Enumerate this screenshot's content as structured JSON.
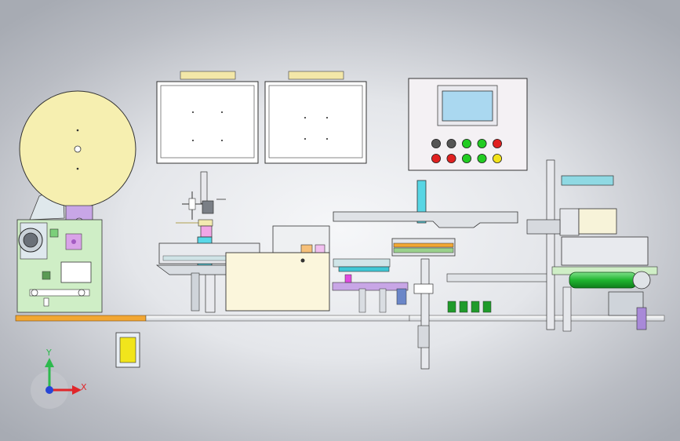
{
  "colors": {
    "reel": "#f6efb0",
    "monitor_screen": "#ffffff",
    "hmi_panel": "#f4f1f4",
    "hmi_screen": "#aad8f0",
    "machine_green": "#cfeec6",
    "base_orange": "#f2a733",
    "roller_green": "#22bb33",
    "cyan_part": "#57d6e4",
    "button_red": "#e02020",
    "button_green": "#22cc22",
    "button_yellow": "#f2e21a",
    "button_gray": "#555555",
    "axis_y": "#2db94d",
    "axis_x": "#e0262a",
    "axis_z": "#2746d6"
  },
  "axis": {
    "y_label": "Y",
    "x_label": "X"
  },
  "hmi": {
    "top_buttons": [
      "button_gray",
      "button_gray",
      "button_green",
      "button_green",
      "button_red"
    ],
    "bottom_buttons": [
      "button_red",
      "button_red",
      "button_green",
      "button_green",
      "button_yellow"
    ]
  },
  "icons": [
    "axis-triad-icon",
    "emergency-stop-icon",
    "selector-switch-icon"
  ]
}
